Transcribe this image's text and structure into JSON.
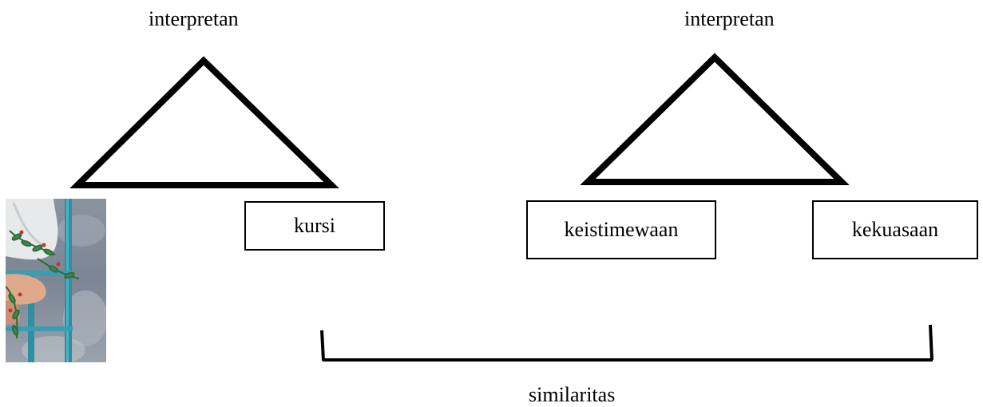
{
  "left_sign": {
    "interpretant_label": "interpretan",
    "representamen_label": "kursi",
    "object_image": "painting-chair-with-leaves"
  },
  "right_sign": {
    "interpretant_label": "interpretan",
    "object_label": "keistimewaan",
    "representamen_label": "kekuasaan"
  },
  "similarity_label": "similaritas"
}
